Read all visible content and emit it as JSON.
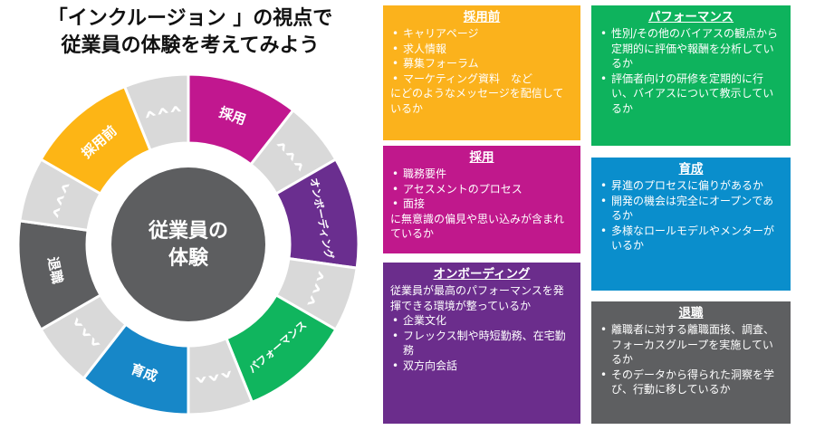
{
  "title": {
    "line1": "「インクルージョン 」の視点で",
    "line2": "従業員の体験を考えてみよう"
  },
  "wheel": {
    "center_line1": "従業員の",
    "center_line2": "体験",
    "segments": [
      {
        "label": "採用",
        "color": "#c1178f"
      },
      {
        "label": "オンボーディング",
        "color": "#6a2e8f"
      },
      {
        "label": "パフォーマンス",
        "color": "#10b55e"
      },
      {
        "label": "育成",
        "color": "#1787c8"
      },
      {
        "label": "退職",
        "color": "#5d5e60"
      },
      {
        "label": "採用前",
        "color": "#fdb515"
      }
    ],
    "center_color": "#5d5e60",
    "chevron_color": "#d9d9d9"
  },
  "boxes": {
    "pre_hire": {
      "title": "採用前",
      "color": "#fbb21c",
      "items": [
        "キャリアページ",
        "求人情報",
        "募集フォーラム",
        "マーケティング資料　など"
      ],
      "note": "にどのようなメッセージを配信しているか"
    },
    "hire": {
      "title": "採用",
      "color": "#c0188c",
      "items": [
        "職務要件",
        "アセスメントのプロセス",
        "面接"
      ],
      "note": "に無意識の偏見や思い込みが含まれているか"
    },
    "onboarding": {
      "title": "オンボーディング",
      "color": "#6b2d8c",
      "intro": "従業員が最高のパフォーマンスを発揮できる環境が整っているか",
      "items": [
        "企業文化",
        "フレックス制や時短勤務、在宅勤務",
        "双方向会話"
      ]
    },
    "performance": {
      "title": "パフォーマンス",
      "color": "#0eb35d",
      "items": [
        "性別/その他のバイアスの観点から定期的に評価や報酬を分析しているか",
        "評価者向けの研修を定期的に行い、バイアスについて教示しているか"
      ]
    },
    "development": {
      "title": "育成",
      "color": "#0a8ecc",
      "items": [
        "昇進のプロセスに偏りがあるか",
        "開発の機会は完全にオープンであるか",
        "多様なロールモデルやメンターがいるか"
      ]
    },
    "exit": {
      "title": "退職",
      "color": "#5e5f61",
      "items": [
        "離職者に対する離職面接、調査、フォーカスグループを実施しているか",
        "そのデータから得られた洞察を学び、行動に移しているか"
      ]
    }
  }
}
